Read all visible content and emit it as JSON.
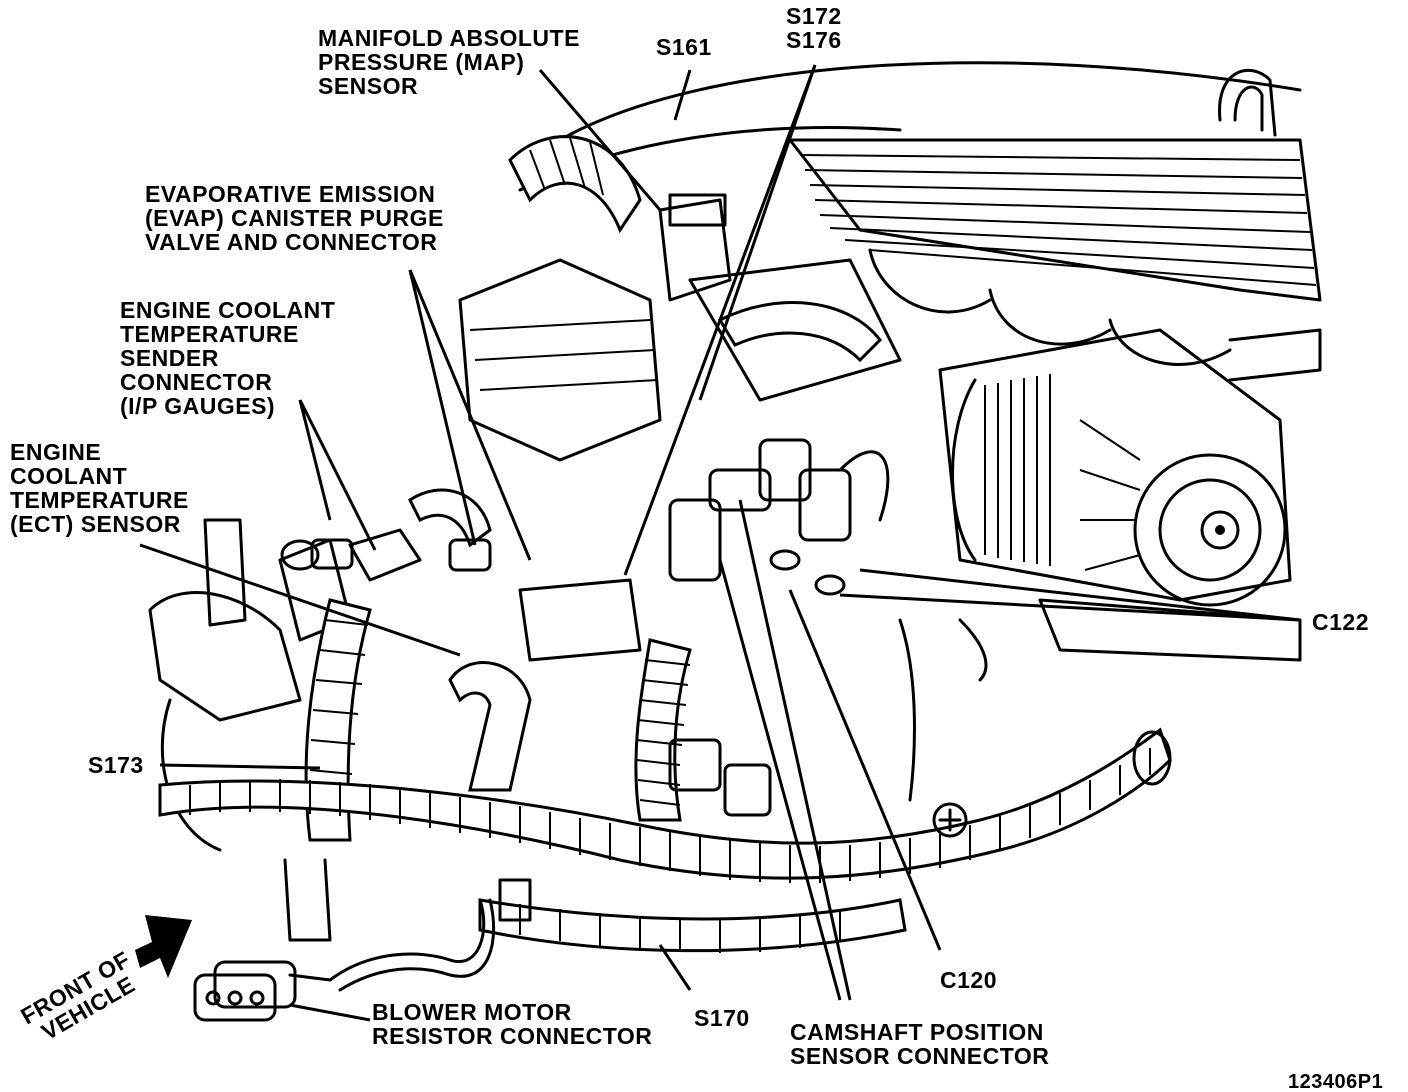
{
  "labels": {
    "map_sensor": [
      "MANIFOLD ABSOLUTE",
      "PRESSURE (MAP)",
      "SENSOR"
    ],
    "s161": "S161",
    "s172_s176": [
      "S172",
      "S176"
    ],
    "evap": [
      "EVAPORATIVE EMISSION",
      "(EVAP) CANISTER PURGE",
      "VALVE AND CONNECTOR"
    ],
    "ect_sender": [
      "ENGINE COOLANT",
      "TEMPERATURE",
      "SENDER",
      "CONNECTOR",
      "(I/P GAUGES)"
    ],
    "ect_sensor": [
      "ENGINE",
      "COOLANT",
      "TEMPERATURE",
      "(ECT) SENSOR"
    ],
    "c122": "C122",
    "s173": "S173",
    "c120": "C120",
    "front_of_vehicle": [
      "FRONT OF",
      "VEHICLE"
    ],
    "blower": [
      "BLOWER MOTOR",
      "RESISTOR CONNECTOR"
    ],
    "s170": "S170",
    "camshaft": [
      "CAMSHAFT POSITION",
      "SENSOR CONNECTOR"
    ],
    "figure_id": "123406P1"
  },
  "colors": {
    "ink": "#000000",
    "paper": "#ffffff"
  }
}
